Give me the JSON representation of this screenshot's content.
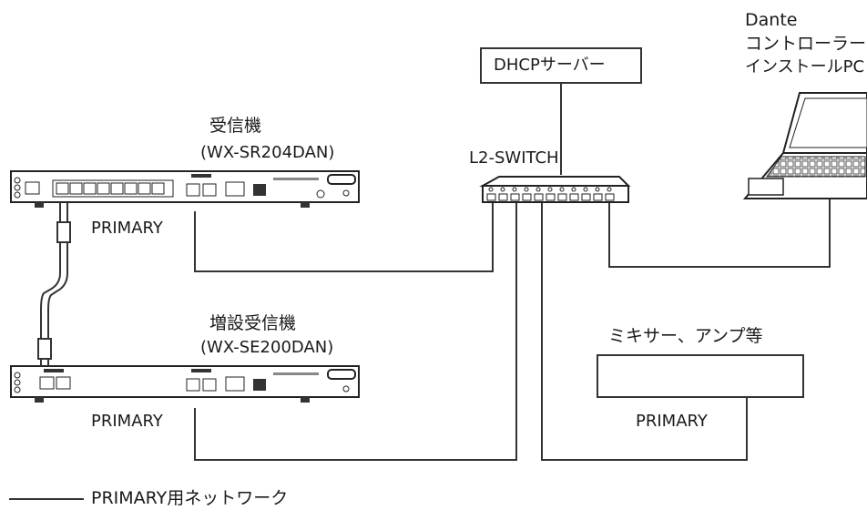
{
  "devices": {
    "receiver": {
      "name": "受信機",
      "model": "(WX-SR204DAN)",
      "port": "PRIMARY"
    },
    "extension": {
      "name": "増設受信機",
      "model": "(WX-SE200DAN)",
      "port": "PRIMARY"
    },
    "dhcp": {
      "label": "DHCPサーバー"
    },
    "switch": {
      "label": "L2-SWITCH"
    },
    "pc": {
      "line1": "Dante",
      "line2": "コントローラー",
      "line3": "インストールPC"
    },
    "mixer": {
      "label": "ミキサー、アンプ等",
      "port": "PRIMARY"
    }
  },
  "legend": {
    "text": "PRIMARY用ネットワーク"
  }
}
